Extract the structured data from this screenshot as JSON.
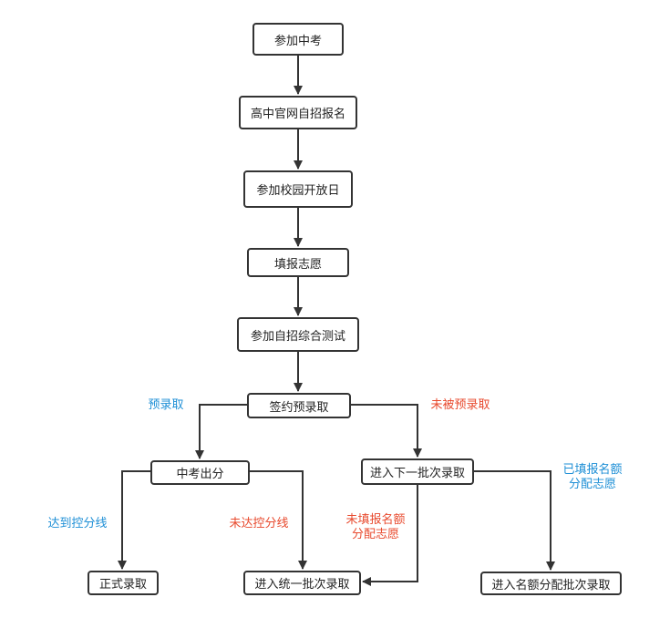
{
  "colors": {
    "stroke": "#333333",
    "blue": "#1e8fd6",
    "red": "#e84a2e"
  },
  "nodes": {
    "n1": "参加中考",
    "n2": "高中官网自招报名",
    "n3": "参加校园开放日",
    "n4": "填报志愿",
    "n5": "参加自招综合测试",
    "n6": "签约预录取",
    "n7": "中考出分",
    "n8": "进入下一批次录取",
    "n9": "正式录取",
    "n10": "进入统一批次录取",
    "n11": "进入名额分配批次录取"
  },
  "edge_labels": {
    "pre_admit": "预录取",
    "not_pre_admit": "未被预录取",
    "reach_line": "达到控分线",
    "not_reach_line": "未达控分线",
    "not_fill_quota_1": "未填报名额",
    "not_fill_quota_2": "分配志愿",
    "filled_quota_1": "已填报名额",
    "filled_quota_2": "分配志愿"
  }
}
